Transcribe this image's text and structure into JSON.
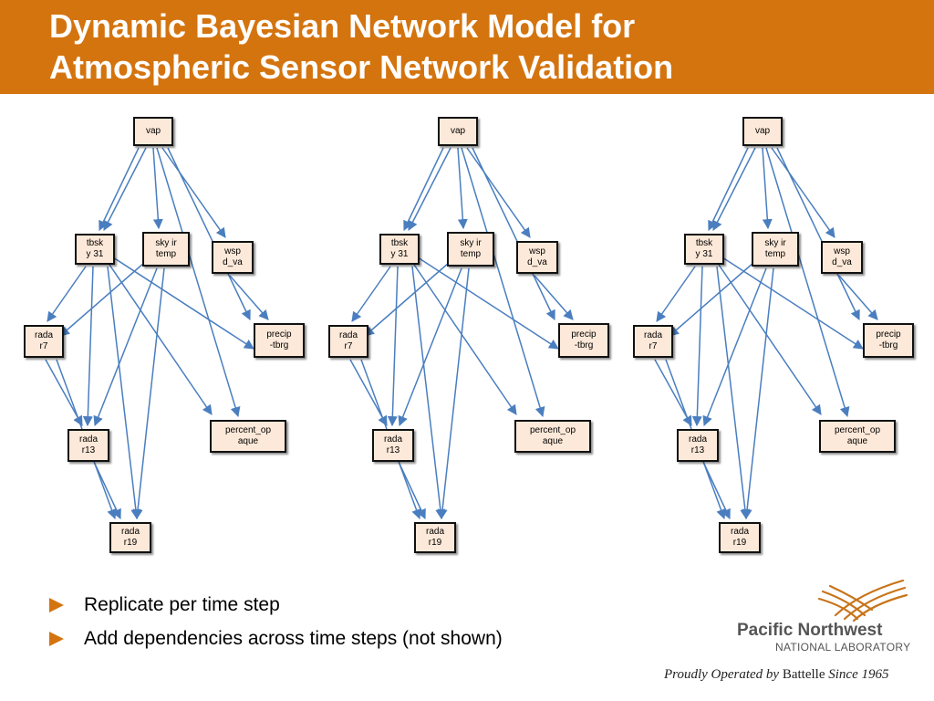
{
  "header": {
    "title_line1": "Dynamic Bayesian Network Model for",
    "title_line2": "Atmospheric Sensor Network Validation",
    "background": "#d4740f"
  },
  "networks": [
    {
      "nodes": {
        "vap": "vap",
        "tbsky31": "tbsk\ny 31",
        "skyirtemp": "sky ir\ntemp",
        "wspdva": "wsp\nd_va",
        "radar7": "rada\nr7",
        "preciptbrg": "precip\n-tbrg",
        "radar13": "rada\nr13",
        "percentopaque": "percent_op\naque",
        "radar19": "rada\nr19"
      }
    },
    {
      "nodes": {
        "vap": "vap",
        "tbsky31": "tbsk\ny 31",
        "skyirtemp": "sky ir\ntemp",
        "wspdva": "wsp\nd_va",
        "radar7": "rada\nr7",
        "preciptbrg": "precip\n-tbrg",
        "radar13": "rada\nr13",
        "percentopaque": "percent_op\naque",
        "radar19": "rada\nr19"
      }
    },
    {
      "nodes": {
        "vap": "vap",
        "tbsky31": "tbsk\ny 31",
        "skyirtemp": "sky ir\ntemp",
        "wspdva": "wsp\nd_va",
        "radar7": "rada\nr7",
        "preciptbrg": "precip\n-tbrg",
        "radar13": "rada\nr13",
        "percentopaque": "percent_op\naque",
        "radar19": "rada\nr19"
      }
    }
  ],
  "edges": [
    [
      "vap",
      "tbsky31"
    ],
    [
      "vap",
      "tbsky31"
    ],
    [
      "vap",
      "skyirtemp"
    ],
    [
      "vap",
      "wspdva"
    ],
    [
      "vap",
      "preciptbrg"
    ],
    [
      "vap",
      "percentopaque"
    ],
    [
      "tbsky31",
      "radar7"
    ],
    [
      "tbsky31",
      "radar13"
    ],
    [
      "tbsky31",
      "radar19"
    ],
    [
      "tbsky31",
      "preciptbrg"
    ],
    [
      "tbsky31",
      "percentopaque"
    ],
    [
      "skyirtemp",
      "radar7"
    ],
    [
      "skyirtemp",
      "radar13"
    ],
    [
      "skyirtemp",
      "radar19"
    ],
    [
      "wspdva",
      "preciptbrg"
    ],
    [
      "radar7",
      "radar13"
    ],
    [
      "radar7",
      "radar19"
    ],
    [
      "radar13",
      "radar19"
    ]
  ],
  "colors": {
    "edge": "#4a7ebf",
    "node_fill": "#fde9d9",
    "node_border": "#111111",
    "bullet": "#d4740f"
  },
  "bullets": [
    "Replicate per time step",
    "Add dependencies across time steps (not shown)"
  ],
  "logo": {
    "name_line1": "Pacific Northwest",
    "name_line2": "NATIONAL LABORATORY",
    "tagline_a": "Proudly Operated by",
    "tagline_b": "Battelle",
    "tagline_c": "Since 1965"
  }
}
